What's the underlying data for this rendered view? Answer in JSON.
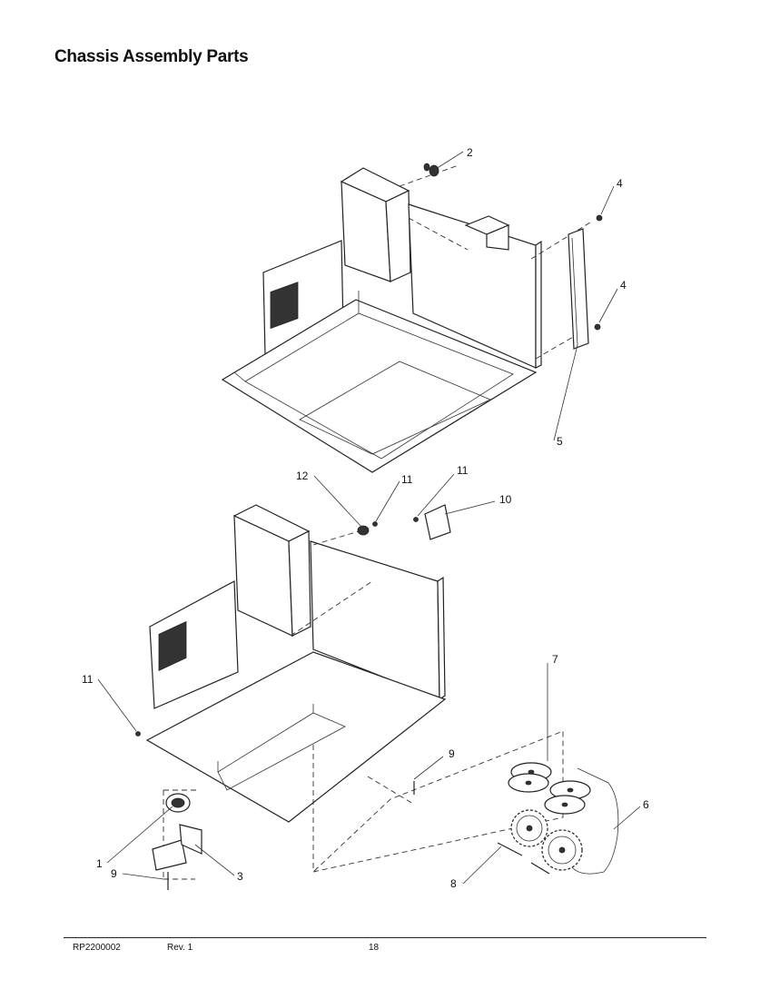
{
  "title": "Chassis Assembly Parts",
  "callouts": {
    "c1": "1",
    "c2": "2",
    "c3": "3",
    "c4a": "4",
    "c4b": "4",
    "c5": "5",
    "c6": "6",
    "c7": "7",
    "c8": "8",
    "c9a": "9",
    "c9b": "9",
    "c10": "10",
    "c11a": "11",
    "c11b": "11",
    "c11c": "11",
    "c12": "12"
  },
  "footer": {
    "part_number": "RP2200002",
    "revision": "Rev. 1",
    "page": "18"
  }
}
